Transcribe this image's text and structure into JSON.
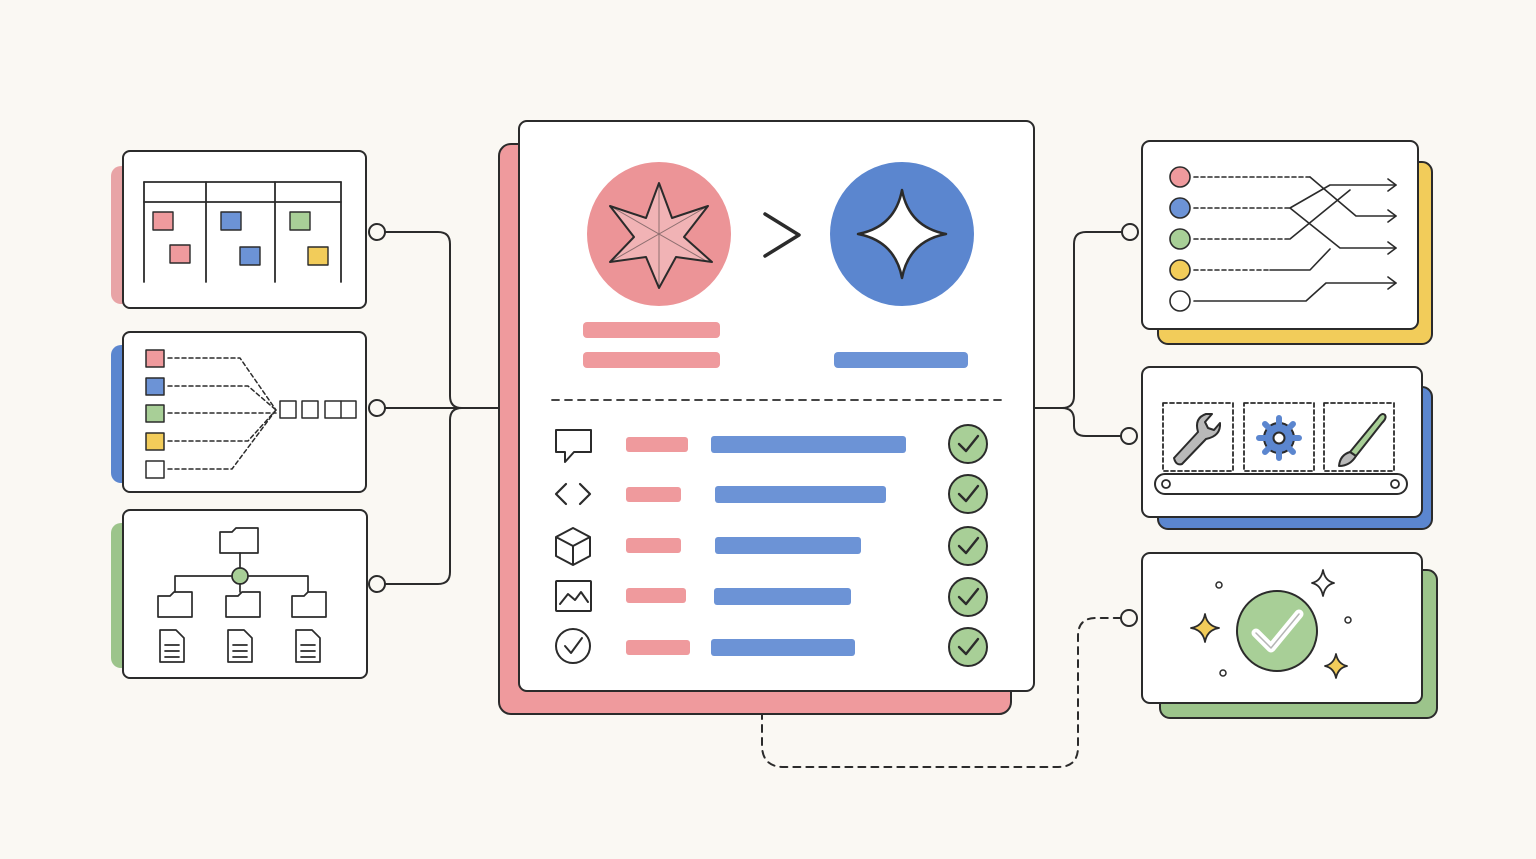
{
  "palette": {
    "background": "#faf8f3",
    "ink": "#2b2b2b",
    "panel": "#ffffff",
    "red": "#e8a4a6",
    "red_fill": "#ef9a9d",
    "blue": "#5b86cf",
    "blue_fill": "#6c93d6",
    "green": "#9cc48b",
    "green_fill": "#a8cf97",
    "yellow": "#f2cc5a",
    "gray": "#b9b9b9"
  },
  "center_panel": {
    "left_badge_icon": "eight-point-star-icon",
    "comparison_icon": "greater-than-chevron-icon",
    "right_badge_icon": "four-point-sparkle-icon",
    "rows": [
      {
        "icon": "chat-bubble-icon",
        "status_icon": "check-circle-icon",
        "status": "done"
      },
      {
        "icon": "code-brackets-icon",
        "status_icon": "check-circle-icon",
        "status": "done"
      },
      {
        "icon": "cube-icon",
        "status_icon": "check-circle-icon",
        "status": "done"
      },
      {
        "icon": "image-icon",
        "status_icon": "check-circle-icon",
        "status": "done"
      },
      {
        "icon": "check-circle-outline-icon",
        "status_icon": "check-circle-icon",
        "status": "done"
      }
    ]
  },
  "left_cards": [
    {
      "icon": "kanban-board-icon",
      "accent": "red"
    },
    {
      "icon": "funnel-queue-icon",
      "accent": "blue"
    },
    {
      "icon": "folder-tree-icon",
      "accent": "green"
    }
  ],
  "right_cards": [
    {
      "icon": "routing-lines-icon",
      "accent": "yellow"
    },
    {
      "icon": "toolbox-icon",
      "accent": "blue",
      "tools": [
        "wrench-icon",
        "gear-icon",
        "brush-icon"
      ]
    },
    {
      "icon": "success-badge-icon",
      "accent": "green"
    }
  ]
}
